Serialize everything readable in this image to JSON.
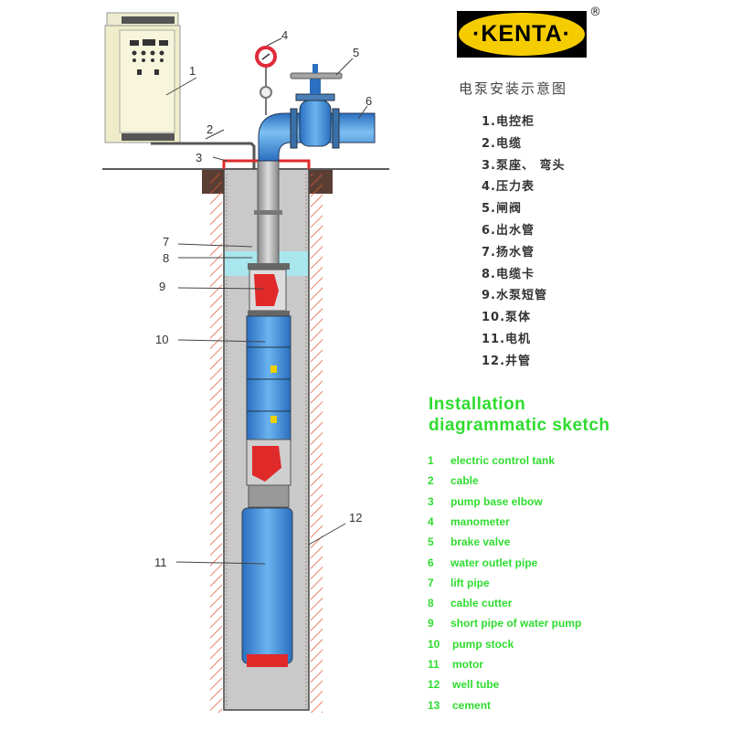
{
  "brand": {
    "logo_text": "·KENTA·",
    "registered": "®"
  },
  "title_cn": "电泵安装示意图",
  "items_cn": [
    "1.电控柜",
    "2.电缆",
    "3.泵座、 弯头",
    "4.压力表",
    "5.闸阀",
    "6.出水管",
    "7.扬水管",
    "8.电缆卡",
    "9.水泵短管",
    "10.泵体",
    "11.电机",
    "12.井管"
  ],
  "title_en": [
    "Installation",
    "diagrammatic sketch"
  ],
  "items_en": [
    {
      "n": "1",
      "t": "electric control tank"
    },
    {
      "n": "2",
      "t": "cable"
    },
    {
      "n": "3",
      "t": "pump base elbow"
    },
    {
      "n": "4",
      "t": "manometer"
    },
    {
      "n": "5",
      "t": "brake valve"
    },
    {
      "n": "6",
      "t": "water outlet pipe"
    },
    {
      "n": "7",
      "t": "lift pipe"
    },
    {
      "n": "8",
      "t": "cable cutter"
    },
    {
      "n": "9",
      "t": "short pipe of water pump"
    },
    {
      "n": "10",
      "t": "pump stock"
    },
    {
      "n": "11",
      "t": "motor"
    },
    {
      "n": "12",
      "t": "well tube"
    },
    {
      "n": "13",
      "t": "cement"
    }
  ],
  "callouts": [
    "1",
    "2",
    "3",
    "4",
    "5",
    "6",
    "7",
    "8",
    "9",
    "10",
    "11",
    "12"
  ],
  "colors": {
    "pipe": "#3f8fe0",
    "accent_green": "#2fdc2f",
    "red": "#e02a2a",
    "well": "#c9c9c9",
    "water": "#a9e6ee"
  }
}
